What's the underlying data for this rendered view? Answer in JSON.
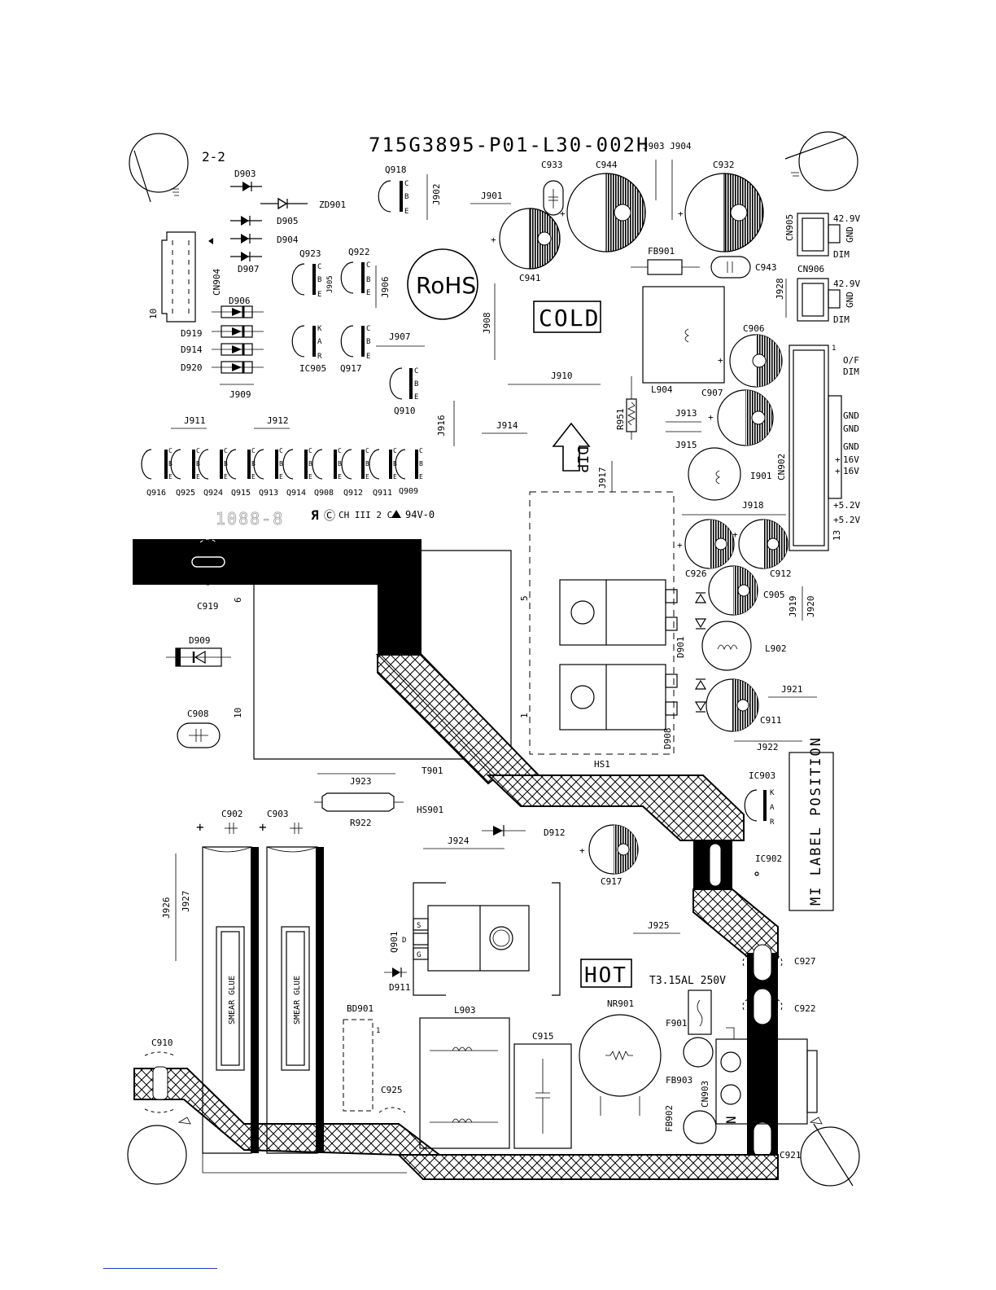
{
  "board": {
    "part_number": "715G3895-P01-L30-002H",
    "view": "2-2",
    "rohs": "RoHS",
    "cold": "COLD",
    "hot": "HOT",
    "dip": "DIP",
    "fuse_rating": "T3.15AL 250V",
    "ul_mark": "CH III 2 C",
    "flame_rating": "94V-0",
    "serial_ghost": "1088-8",
    "mi_label": "MI LABEL POSITION",
    "smear_glue": "SMEAR GLUE"
  },
  "connectors": {
    "cn905": {
      "ref": "CN905",
      "pins": [
        "42.9V",
        "GND",
        "DIM"
      ]
    },
    "cn906": {
      "ref": "CN906",
      "pins": [
        "42.9V",
        "GND",
        "DIM"
      ]
    },
    "cn902": {
      "ref": "CN902",
      "pins": [
        "O/F",
        "DIM",
        "GND",
        "GND",
        "GND",
        "16V",
        "16V",
        "+5.2V",
        "+5.2V"
      ],
      "pin_one": "1",
      "pin_last": "13"
    },
    "cn904": {
      "ref": "CN904",
      "pin_label": "10"
    },
    "cn903": {
      "ref": "CN903",
      "pins": [
        "N"
      ]
    }
  },
  "pin_markers": {
    "t901_pin_6": "6",
    "t901_pin_10": "10",
    "hs1_pin_5": "5",
    "hs1_pin_1": "1",
    "bd901_pin": "1"
  },
  "transistor_pins": {
    "c": "C",
    "b": "B",
    "e": "E",
    "k": "K",
    "a": "A",
    "r": "R",
    "s": "S",
    "d": "D",
    "g": "G"
  },
  "refs": {
    "d903": "D903",
    "zd901": "ZD901",
    "d905": "D905",
    "d904": "D904",
    "d907": "D907",
    "d906": "D906",
    "d919": "D919",
    "d914": "D914",
    "d920": "D920",
    "q918": "Q918",
    "j902": "J902",
    "j901": "J901",
    "c933": "C933",
    "c944": "C944",
    "j903_j904": "J903 J904",
    "c932": "C932",
    "c941": "C941",
    "fb901": "FB901",
    "c943": "C943",
    "q923": "Q923",
    "q922": "Q922",
    "j905": "J905",
    "j906": "J906",
    "j908": "J908",
    "j928": "J928",
    "ic905": "IC905",
    "q917": "Q917",
    "j907": "J907",
    "j909": "J909",
    "q910": "Q910",
    "l904": "L904",
    "c906": "C906",
    "c907": "C907",
    "j910": "J910",
    "r951": "R951",
    "j913": "J913",
    "j915": "J915",
    "j916": "J916",
    "j914": "J914",
    "j911": "J911",
    "j912": "J912",
    "i901": "I901",
    "j917": "J917",
    "j918": "J918",
    "c926": "C926",
    "c912": "C912",
    "c905": "C905",
    "j919": "J919",
    "j920": "J920",
    "l902": "L902",
    "d901": "D901",
    "j921": "J921",
    "c911": "C911",
    "d908": "D908",
    "j922": "J922",
    "hs1": "HS1",
    "q916": "Q916",
    "q925": "Q925",
    "q924": "Q924",
    "q915": "Q915",
    "q913": "Q913",
    "q914": "Q914",
    "q908": "Q908",
    "q912": "Q912",
    "q911": "Q911",
    "q909": "Q909",
    "c919": "C919",
    "d909": "D909",
    "c908": "C908",
    "t901": "T901",
    "j923": "J923",
    "hs901": "HS901",
    "r922": "R922",
    "ic903": "IC903",
    "c902": "C902",
    "c903": "C903",
    "j924": "J924",
    "d912": "D912",
    "c917": "C917",
    "ic902": "IC902",
    "j926": "J926",
    "j927": "J927",
    "q901": "Q901",
    "d911": "D911",
    "j925": "J925",
    "c927": "C927",
    "c922": "C922",
    "bd901": "BD901",
    "l903": "L903",
    "c915": "C915",
    "nr901": "NR901",
    "f901": "F901",
    "c910": "C910",
    "c925": "C925",
    "fb903": "FB903",
    "fb902": "FB902",
    "c921": "C921"
  },
  "colors": {
    "ink": "#000000",
    "paper": "#ffffff",
    "rule": "#1a3fbf"
  }
}
